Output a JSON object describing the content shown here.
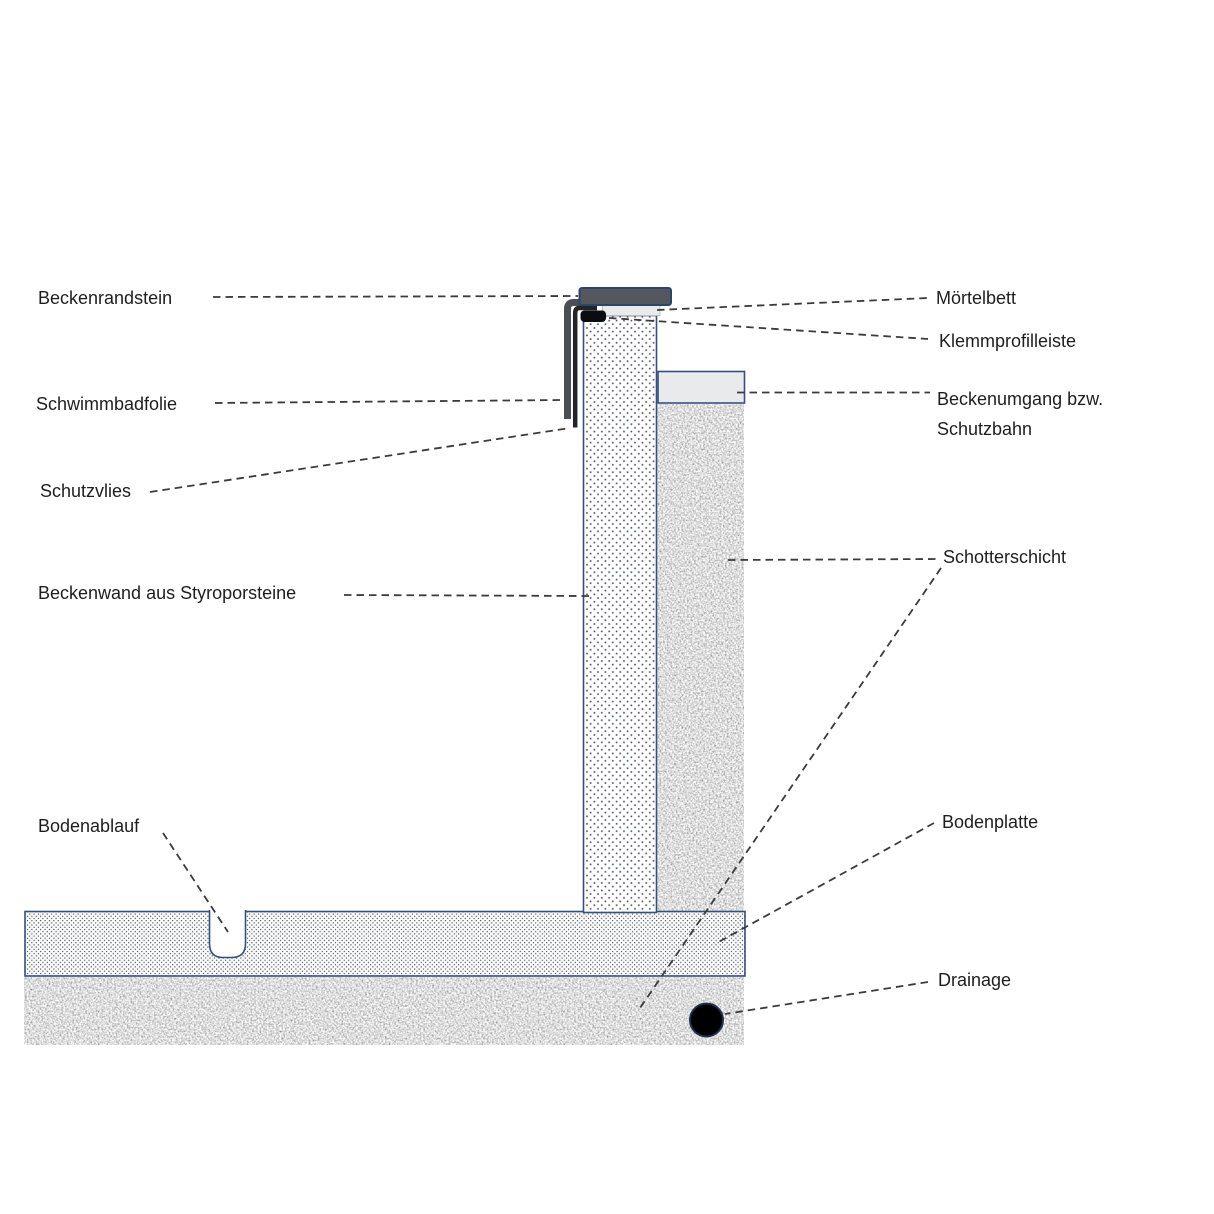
{
  "labels": {
    "beckenrandstein": "Beckenrandstein",
    "schwimmbadfolie": "Schwimmbadfolie",
    "schutzvlies": "Schutzvlies",
    "beckenwand": "Beckenwand aus Styroporsteine",
    "bodenablauf": "Bodenablauf",
    "moertelbett": "Mörtelbett",
    "klemmprofilleiste": "Klemmprofilleiste",
    "beckenumgang_line1": "Beckenumgang bzw.",
    "beckenumgang_line2": "Schutzbahn",
    "schotterschicht": "Schotterschicht",
    "bodenplatte": "Bodenplatte",
    "drainage": "Drainage"
  },
  "colors": {
    "outline_blue": "#34517b",
    "cap_fill": "#54575d",
    "moertelbett_fill": "#e9eaec",
    "beckenumgang_fill": "#e9eaec",
    "klemmprofil_fill": "#0a0c11",
    "liner_folie": "#4b4f54",
    "liner_vlies": "#222428",
    "drain_pipe_fill": "#000000",
    "styro_dot": "#474b52",
    "slab_dot": "#3d424d",
    "leader_line": "#3b3b3b",
    "label_text": "#1e1e1e"
  }
}
